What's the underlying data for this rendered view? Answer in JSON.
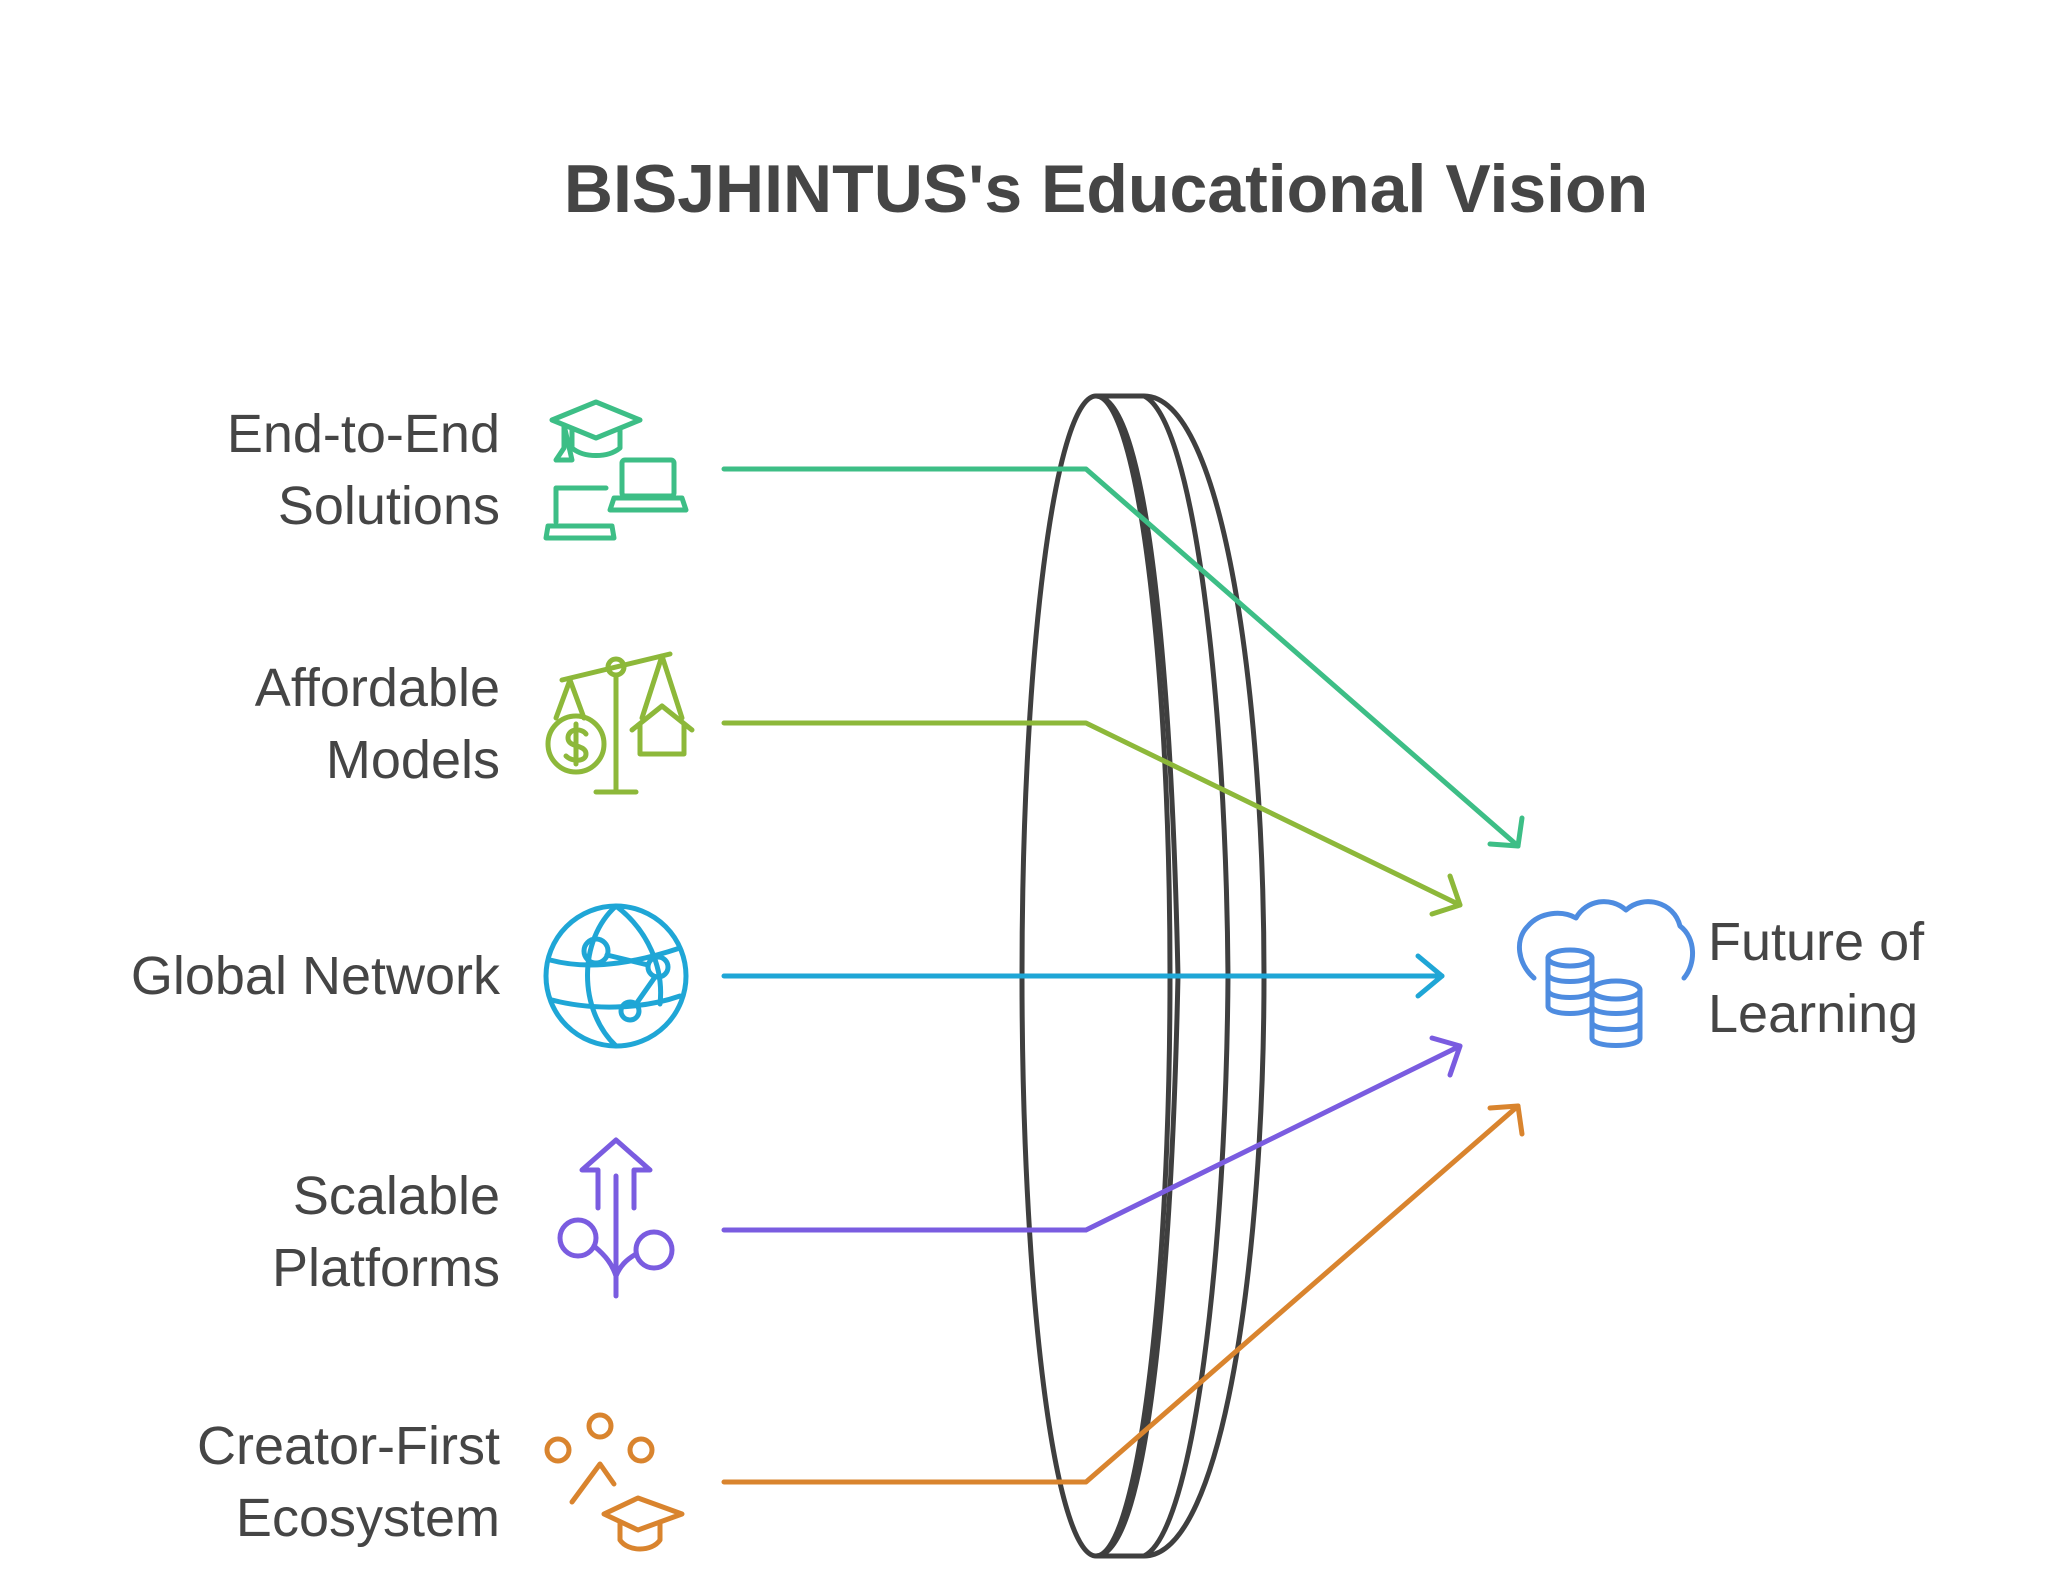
{
  "title": "BISJHINTUS's Educational Vision",
  "inputs": [
    {
      "lines": [
        "End-to-End",
        "Solutions"
      ],
      "icon": "graduation-laptops-icon",
      "color": "#3DBE86"
    },
    {
      "lines": [
        "Affordable",
        "Models"
      ],
      "icon": "balance-scale-icon",
      "color": "#8DB83A"
    },
    {
      "lines": [
        "Global Network"
      ],
      "icon": "globe-network-icon",
      "color": "#1FA6D6"
    },
    {
      "lines": [
        "Scalable",
        "Platforms"
      ],
      "icon": "branching-arrow-icon",
      "color": "#7A5CE0"
    },
    {
      "lines": [
        "Creator-First",
        "Ecosystem"
      ],
      "icon": "people-graduation-icon",
      "color": "#D9842E"
    }
  ],
  "output": {
    "lines": [
      "Future of",
      "Learning"
    ],
    "icon": "cloud-database-icon",
    "color": "#4E8CE0"
  },
  "lens": {
    "icon": "lens-icon",
    "color": "#3F3F3F"
  }
}
